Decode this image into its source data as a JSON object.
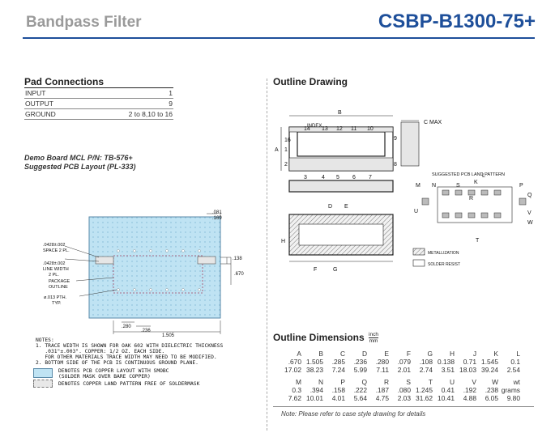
{
  "header": {
    "product_type": "Bandpass Filter",
    "model": "CSBP-B1300-75+"
  },
  "pad_connections": {
    "title": "Pad Connections",
    "rows": [
      {
        "name": "INPUT",
        "value": "1"
      },
      {
        "name": "OUTPUT",
        "value": "9"
      },
      {
        "name": "GROUND",
        "value": "2 to 8,10 to 16"
      }
    ]
  },
  "demo": {
    "line1": "Demo Board MCL P/N: TB-576+",
    "line2": "Suggested PCB Layout (PL-333)"
  },
  "pcb": {
    "dim_081": ".081",
    "dim_169": ".169",
    "dim_138": ".138",
    "dim_670": ".670",
    "dim_280": ".280",
    "dim_236": ".236",
    "dim_1505": "1.505",
    "space_label": ".0428±.002\nSPACE 2 PL.",
    "line_label": ".0428±.002\nLINE WIDTH\n2 PL.",
    "package_label": "PACKAGE\nOUTLINE",
    "pth_label": "ø.013 PTH.\nTYP."
  },
  "notes": {
    "heading": "NOTES:",
    "n1": "1. TRACE WIDTH IS SHOWN FOR OAK 602 WITH DIELECTRIC THICKNESS\n   .031\"±.003\". COPPER: 1/2 OZ. EACH SIDE.\n   FOR OTHER MATERIALS TRACE WIDTH MAY NEED TO BE MODIFIED.",
    "n2": "2. BOTTOM SIDE OF THE PCB IS CONTINUOUS GROUND PLANE.",
    "legend1": "DENOTES PCB COPPER LAYOUT WITH SMOBC\n(SOLDER MASK OVER BARE COPPER)",
    "legend2": "DENOTES COPPER LAND PATTERN FREE OF SOLDERMASK"
  },
  "outline": {
    "title": "Outline Drawing",
    "index": "INDEX",
    "c_max": "C  MAX",
    "top_pins": [
      "14",
      "13",
      "12",
      "11",
      "10"
    ],
    "bottom_pins": [
      "3",
      "4",
      "5",
      "6",
      "7"
    ],
    "left_pins": [
      "16",
      "1",
      "2"
    ],
    "right_pins": [
      "9",
      "8"
    ],
    "land_title": "SUGGESTED PCB LAND PATTERN",
    "legend_metal": "METALLIZATION",
    "legend_resist": "SOLDER RESIST",
    "letters": {
      "A": "A",
      "B": "B",
      "D": "D",
      "E": "E",
      "F": "F",
      "G": "G",
      "H": "H",
      "J": "J",
      "K": "K",
      "L": "L",
      "M": "M",
      "N": "N",
      "P": "P",
      "Q": "Q",
      "R": "R",
      "S": "S",
      "T": "T",
      "U": "U",
      "V": "V",
      "W": "W"
    }
  },
  "dimensions": {
    "title": "Outline Dimensions",
    "unit_top": "inch",
    "unit_bottom": "mm",
    "row1_headers": [
      "A",
      "B",
      "C",
      "D",
      "E",
      "F",
      "G",
      "H",
      "J",
      "K",
      "L"
    ],
    "row1_inch": [
      ".670",
      "1.505",
      ".285",
      ".236",
      ".280",
      ".079",
      ".108",
      "0.138",
      "0.71",
      "1.545",
      "0.1"
    ],
    "row1_mm": [
      "17.02",
      "38.23",
      "7.24",
      "5.99",
      "7.11",
      "2.01",
      "2.74",
      "3.51",
      "18.03",
      "39.24",
      "2.54"
    ],
    "row2_headers": [
      "M",
      "N",
      "P",
      "Q",
      "R",
      "S",
      "T",
      "U",
      "V",
      "W",
      "wt"
    ],
    "row2_inch": [
      "0.3",
      ".394",
      ".158",
      ".222",
      ".187",
      ".080",
      "1.245",
      "0.41",
      ".192",
      ".238",
      "grams"
    ],
    "row2_mm": [
      "7.62",
      "10.01",
      "4.01",
      "5.64",
      "4.75",
      "2.03",
      "31.62",
      "10.41",
      "4.88",
      "6.05",
      "9.80"
    ],
    "footnote": "Note: Please refer to case style drawing for details"
  },
  "colors": {
    "brand_blue": "#1e4f9a",
    "title_gray": "#9a9a9a",
    "pcb_cyan": "#bfe3f3",
    "pcb_copper": "#dcdcdc"
  }
}
